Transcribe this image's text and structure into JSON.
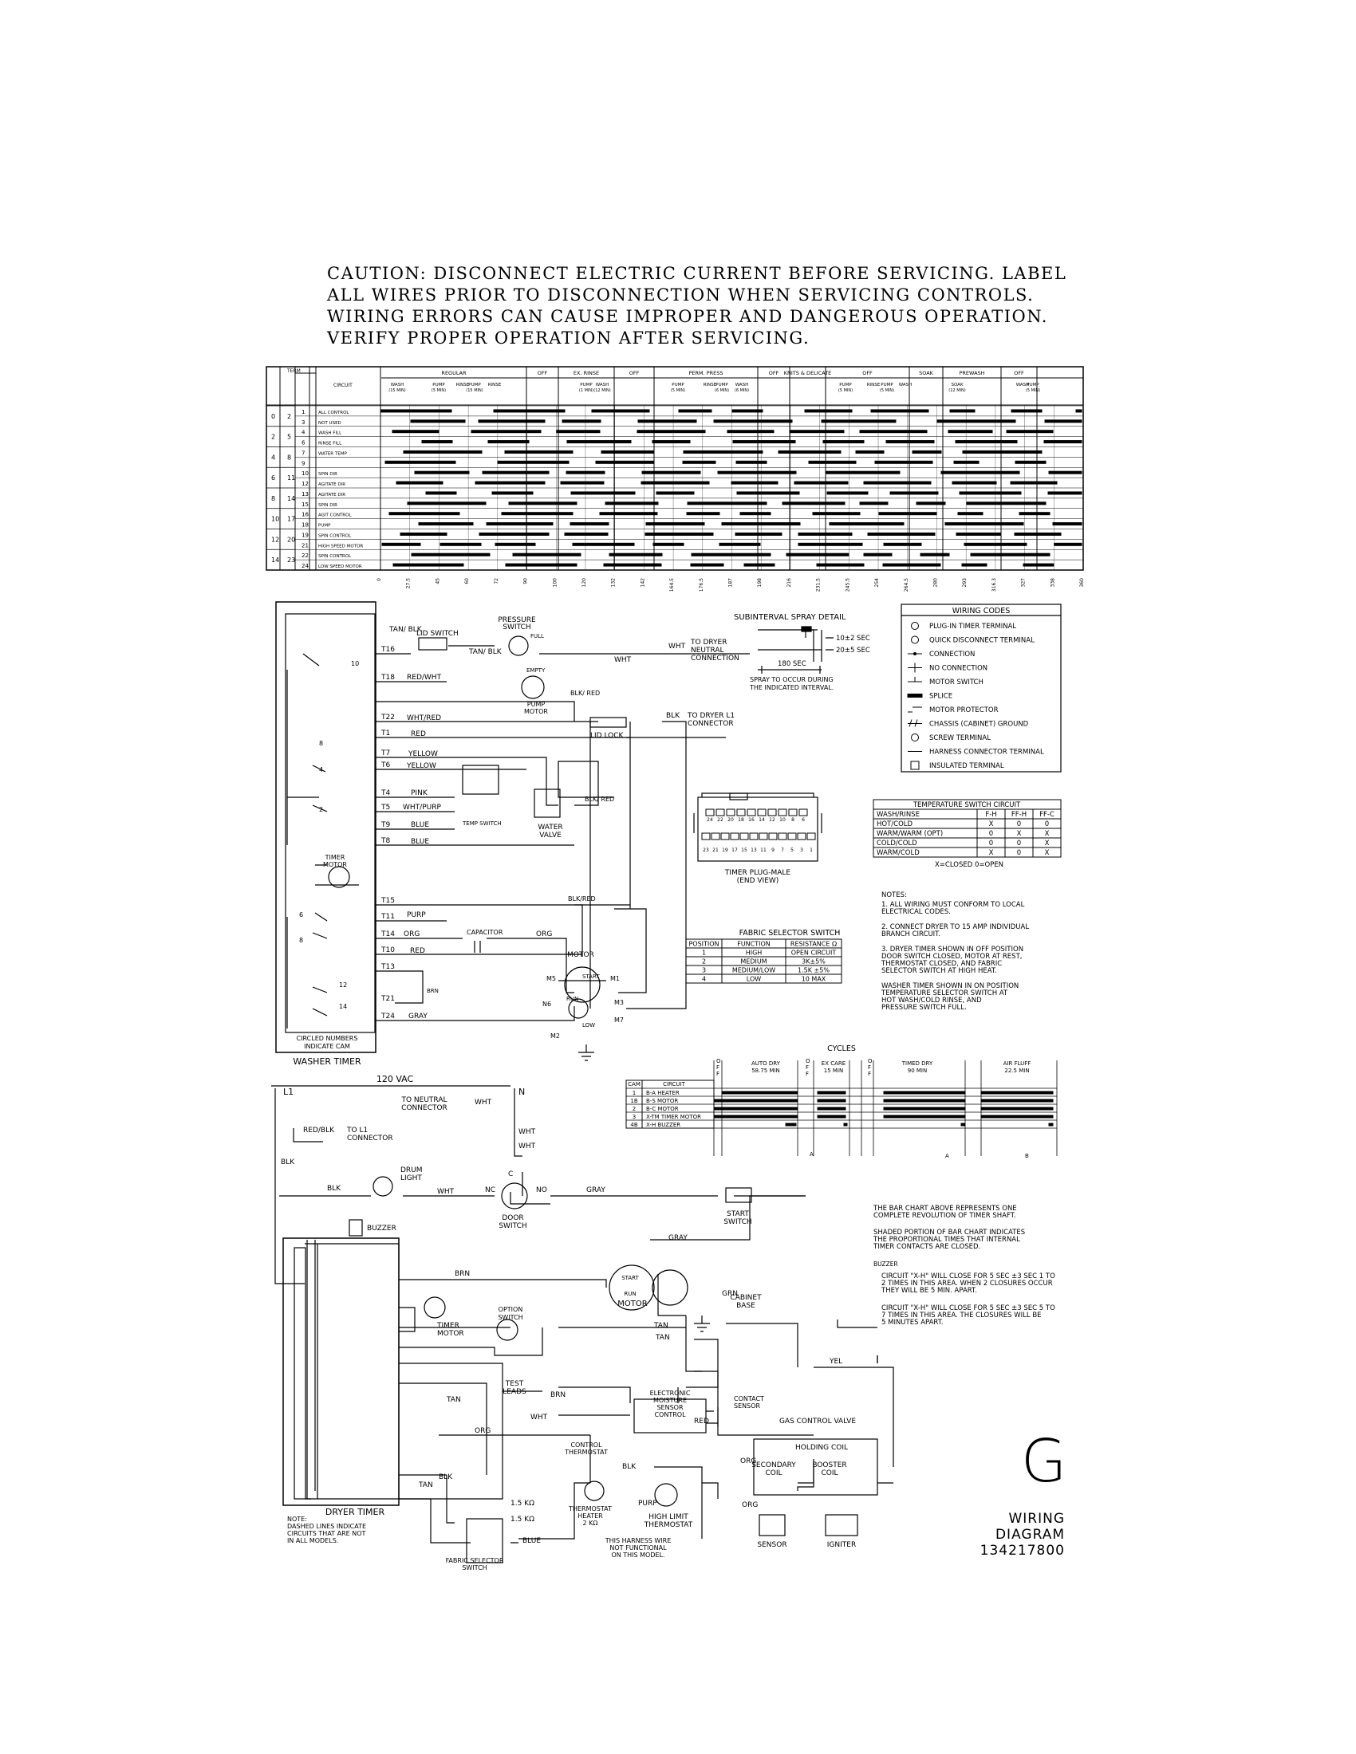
{
  "caution": [
    "CAUTION: DISCONNECT ELECTRIC CURRENT BEFORE SERVICING. LABEL",
    "ALL WIRES PRIOR TO DISCONNECTION WHEN SERVICING CONTROLS.",
    "WIRING ERRORS CAN CAUSE IMPROPER AND DANGEROUS OPERATION.",
    "VERIFY PROPER OPERATION AFTER SERVICING."
  ],
  "washer_chart": {
    "header_term": "TERM",
    "header_circuit": "CIRCUIT",
    "cycles": [
      "REGULAR",
      "OFF",
      "EX. RINSE",
      "OFF",
      "PERM. PRESS",
      "OFF",
      "KNITS & DELICATE",
      "OFF",
      "SOAK",
      "PREWASH",
      "OFF"
    ],
    "sub_cols": [
      "WASH (15 MIN)",
      "PUMP (5 MIN)",
      "RINSE",
      "PUMP (15 MIN)",
      "RINSE",
      "PUMP (1 MIN)",
      "WASH (12 MIN)",
      "PUMP (5 MIN)",
      "RINSE",
      "PUMP (6 MIN)",
      "WASH (6 MIN)",
      "PUMP (5 MIN)",
      "RINSE",
      "PUMP (5 MIN)",
      "WASH",
      "SOAK (12 MIN)",
      "WASH",
      "PUMP (5 MIN)"
    ],
    "rows": [
      {
        "cam": "0",
        "t1": "2",
        "t2": "1",
        "circuit": "ALL CONTROL"
      },
      {
        "cam": "",
        "t1": "",
        "t2": "3",
        "circuit": "NOT USED"
      },
      {
        "cam": "2",
        "t1": "5",
        "t2": "4",
        "circuit": "WASH FILL"
      },
      {
        "cam": "",
        "t1": "",
        "t2": "6",
        "circuit": "RINSE FILL"
      },
      {
        "cam": "4",
        "t1": "8",
        "t2": "7",
        "circuit": "WATER TEMP"
      },
      {
        "cam": "",
        "t1": "",
        "t2": "9",
        "circuit": ""
      },
      {
        "cam": "6",
        "t1": "11",
        "t2": "10",
        "circuit": "SPIN DIR"
      },
      {
        "cam": "",
        "t1": "",
        "t2": "12",
        "circuit": "AGITATE DIR"
      },
      {
        "cam": "8",
        "t1": "14",
        "t2": "13",
        "circuit": "AGITATE DIR"
      },
      {
        "cam": "",
        "t1": "",
        "t2": "15",
        "circuit": "SPIN DIR"
      },
      {
        "cam": "10",
        "t1": "17",
        "t2": "16",
        "circuit": "AGIT CONTROL"
      },
      {
        "cam": "",
        "t1": "",
        "t2": "18",
        "circuit": "PUMP"
      },
      {
        "cam": "12",
        "t1": "20",
        "t2": "19",
        "circuit": "SPIN CONTROL"
      },
      {
        "cam": "",
        "t1": "",
        "t2": "21",
        "circuit": "HIGH SPEED MOTOR"
      },
      {
        "cam": "14",
        "t1": "23",
        "t2": "22",
        "circuit": "SPIN CONTROL"
      },
      {
        "cam": "",
        "t1": "",
        "t2": "24",
        "circuit": "LOW SPEED MOTOR"
      }
    ],
    "degree_ticks": [
      "0",
      "27.5",
      "45",
      "60",
      "72",
      "90",
      "100",
      "120",
      "132",
      "142",
      "164.5",
      "176.5",
      "187",
      "198",
      "216",
      "231.5",
      "245.5",
      "254",
      "264.5",
      "280",
      "293",
      "316.3",
      "327",
      "338",
      "360"
    ]
  },
  "washer_timer": {
    "label": "WASHER TIMER",
    "note": [
      "CIRCLED NUMBERS",
      "INDICATE CAM"
    ],
    "terminals": [
      "T16",
      "T18",
      "T22",
      "T1",
      "T7",
      "T6",
      "T4",
      "T5",
      "T9",
      "T8",
      "T15",
      "T11",
      "T14",
      "T10",
      "T13",
      "T21",
      "T24"
    ],
    "cams": [
      "10",
      "8",
      "4",
      "2",
      "6",
      "8",
      "12",
      "14"
    ],
    "timer_motor": "TIMER MOTOR"
  },
  "washer_wires": {
    "tan_blk": "TAN/ BLK",
    "lid_switch": "LID SWITCH",
    "pressure_switch": [
      "PRESSURE",
      "SWITCH"
    ],
    "full": "FULL",
    "empty": "EMPTY",
    "tan_blk2": "TAN/ BLK",
    "red_wht": "RED/WHT",
    "pump_motor": [
      "PUMP",
      "MOTOR"
    ],
    "blk_red": "BLK/ RED",
    "wht": "WHT",
    "to_dryer_neutral": [
      "TO DRYER",
      "NEUTRAL",
      "CONNECTION"
    ],
    "wht_red": "WHT/RED",
    "red": "RED",
    "lid_lock": "LID LOCK",
    "blk": "BLK",
    "to_dryer_l1": [
      "TO DRYER L1",
      "CONNECTOR"
    ],
    "yellow": "YELLOW",
    "pink": "PINK",
    "wht_purp": "WHT/PURP",
    "temp_switch": "TEMP SWITCH",
    "blue": "BLUE",
    "water_valve": [
      "WATER",
      "VALVE"
    ],
    "blk_red2": "BLK/ RED",
    "purp": "PURP",
    "blk_red3": "BLK/RED",
    "org": "ORG",
    "capacitor": "CAPACITOR",
    "brn": "BRN",
    "gray": "GRAY",
    "motor": "MOTOR",
    "start": "START",
    "run": "RUN",
    "low": "LOW",
    "m_terms": [
      "M5",
      "M1",
      "N6",
      "M3",
      "M7",
      "M2"
    ]
  },
  "spray_detail": {
    "title": "SUBINTERVAL SPRAY DETAIL",
    "t1": "10±2 SEC",
    "t2": "20±5 SEC",
    "t3": "180 SEC",
    "note": [
      "SPRAY TO OCCUR DURING",
      "THE INDICATED INTERVAL."
    ]
  },
  "wiring_codes": {
    "title": "WIRING CODES",
    "items": [
      "PLUG-IN TIMER TERMINAL",
      "QUICK DISCONNECT TERMINAL",
      "CONNECTION",
      "NO CONNECTION",
      "MOTOR SWITCH",
      "SPLICE",
      "MOTOR PROTECTOR",
      "CHASSIS (CABINET) GROUND",
      "SCREW TERMINAL",
      "HARNESS CONNECTOR TERMINAL",
      "INSULATED TERMINAL"
    ]
  },
  "timer_plug": {
    "label": [
      "TIMER PLUG-MALE",
      "(END VIEW)"
    ],
    "top_row": [
      "24",
      "22",
      "20",
      "18",
      "16",
      "14",
      "12",
      "10",
      "8",
      "6"
    ],
    "bottom_row": [
      "23",
      "21",
      "19",
      "17",
      "15",
      "13",
      "11",
      "9",
      "7",
      "5",
      "3",
      "1"
    ]
  },
  "temp_switch": {
    "title": "TEMPERATURE SWITCH CIRCUIT",
    "cols": [
      "WASH/RINSE",
      "F-H",
      "FF-H",
      "FF-C"
    ],
    "rows": [
      [
        "HOT/COLD",
        "X",
        "0",
        "0"
      ],
      [
        "WARM/WARM (OPT)",
        "0",
        "X",
        "X"
      ],
      [
        "COLD/COLD",
        "0",
        "0",
        "X"
      ],
      [
        "WARM/COLD",
        "X",
        "0",
        "X"
      ]
    ],
    "legend": "X=CLOSED     0=OPEN"
  },
  "notes": {
    "title": "NOTES:",
    "items": [
      [
        "1. ALL WIRING MUST CONFORM TO LOCAL",
        "ELECTRICAL CODES."
      ],
      [
        "2. CONNECT DRYER TO 15 AMP INDIVIDUAL",
        "BRANCH CIRCUIT."
      ],
      [
        "3. DRYER TIMER SHOWN IN OFF POSITION",
        "DOOR SWITCH CLOSED, MOTOR AT REST,",
        "THERMOSTAT CLOSED, AND FABRIC",
        "SELECTOR SWITCH AT HIGH HEAT."
      ],
      [
        "WASHER TIMER SHOWN IN ON POSITION",
        "TEMPERATURE SELECTOR SWITCH AT",
        "HOT WASH/COLD RINSE, AND",
        "PRESSURE SWITCH FULL."
      ]
    ]
  },
  "fabric_switch": {
    "title": "FABRIC SELECTOR SWITCH",
    "cols": [
      "POSITION",
      "FUNCTION",
      "RESISTANCE Ω"
    ],
    "rows": [
      [
        "1",
        "HIGH",
        "OPEN CIRCUIT"
      ],
      [
        "2",
        "MEDIUM",
        "3K±5%"
      ],
      [
        "3",
        "MEDIUM/LOW",
        "1.5K ±5%"
      ],
      [
        "4",
        "LOW",
        "10 MAX"
      ]
    ]
  },
  "dryer_chart": {
    "title": "CYCLES",
    "cycles": [
      "OFF",
      "AUTO DRY 58.75 MIN",
      "OFF",
      "EX CARE 15 MIN",
      "OFF",
      "TIMED DRY 90 MIN",
      "AIR FLUFF 22.5 MIN"
    ],
    "cols": [
      "CAM",
      "CIRCUIT"
    ],
    "rows": [
      [
        "1",
        "B-A HEATER"
      ],
      [
        "1B",
        "B-S MOTOR"
      ],
      [
        "2",
        "B-C MOTOR"
      ],
      [
        "3",
        "X-TM TIMER MOTOR"
      ],
      [
        "4B",
        "X-H BUZZER"
      ]
    ]
  },
  "dryer_notes": {
    "p1": [
      "THE BAR CHART ABOVE REPRESENTS ONE",
      "COMPLETE REVOLUTION OF TIMER SHAFT."
    ],
    "p2": [
      "SHADED PORTION OF BAR CHART INDICATES",
      "THE PROPORTIONAL TIMES THAT INTERNAL",
      "TIMER CONTACTS ARE CLOSED."
    ],
    "buzzer": "BUZZER",
    "a": [
      "CIRCUIT \"X-H\" WILL CLOSE FOR 5 SEC ±3 SEC 1 TO",
      "2 TIMES IN THIS AREA.  WHEN 2 CLOSURES OCCUR",
      "THEY WILL BE 5 MIN. APART."
    ],
    "b": [
      "CIRCUIT \"X-H\" WILL CLOSE FOR 5 SEC ±3 SEC 5 TO",
      "7 TIMES IN THIS AREA.  THE CLOSURES WILL BE",
      "5 MINUTES APART."
    ]
  },
  "dryer": {
    "vac": "120 VAC",
    "l1": "L1",
    "n": "N",
    "to_neutral": [
      "TO NEUTRAL",
      "CONNECTOR"
    ],
    "wht": "WHT",
    "red_blk": "RED/BLK",
    "to_l1": [
      "TO L1",
      "CONNECTOR"
    ],
    "blk": "BLK",
    "drum_light": [
      "DRUM",
      "LIGHT"
    ],
    "door_switch": [
      "DOOR",
      "SWITCH"
    ],
    "nc": "NC",
    "no": "NO",
    "c": "C",
    "gray": "GRAY",
    "start_switch": [
      "START",
      "SWITCH"
    ],
    "buzzer": "BUZZER",
    "brn": "BRN",
    "motor": "MOTOR",
    "start": "START",
    "run": "RUN",
    "grn": "GRN",
    "cabinet_base": [
      "CABINET",
      "BASE"
    ],
    "tan": "TAN",
    "timer_motor": [
      "TIMER",
      "MOTOR"
    ],
    "option_switch": [
      "OPTION",
      "SWITCH"
    ],
    "yel": "YEL",
    "test_leads": [
      "TEST",
      "LEADS"
    ],
    "esc": [
      "ELECTRONIC",
      "MOISTURE",
      "SENSOR",
      "CONTROL"
    ],
    "contact_sensor": [
      "CONTACT",
      "SENSOR"
    ],
    "red": "RED",
    "gas_valve": "GAS CONTROL VALVE",
    "holding_coil": "HOLDING COIL",
    "secondary_coil": [
      "SECONDARY",
      "COIL"
    ],
    "booster_coil": [
      "BOOSTER",
      "COIL"
    ],
    "org": "ORG",
    "control_thermostat": [
      "CONTROL",
      "THERMOSTAT"
    ],
    "hi_limit": [
      "HIGH LIMIT",
      "THERMOSTAT"
    ],
    "thermostat_heater": [
      "THERMOSTAT",
      "HEATER",
      "2 KΩ"
    ],
    "purp": "PURP",
    "harness_note": [
      "THIS HARNESS WIRE",
      "NOT FUNCTIONAL",
      "ON THIS MODEL."
    ],
    "r1": "1.5 KΩ",
    "r2": "1.5 KΩ",
    "blue": "BLUE",
    "fabric_selector": [
      "FABRIC SELECTOR",
      "SWITCH"
    ],
    "sensor": "SENSOR",
    "igniter": "IGNITER",
    "dryer_timer": "DRYER TIMER",
    "note": [
      "NOTE:",
      "DASHED LINES INDICATE",
      "CIRCUITS THAT ARE NOT",
      "IN ALL MODELS."
    ]
  },
  "title_block": {
    "letter": "G",
    "title": "WIRING DIAGRAM",
    "number": "134217800"
  }
}
